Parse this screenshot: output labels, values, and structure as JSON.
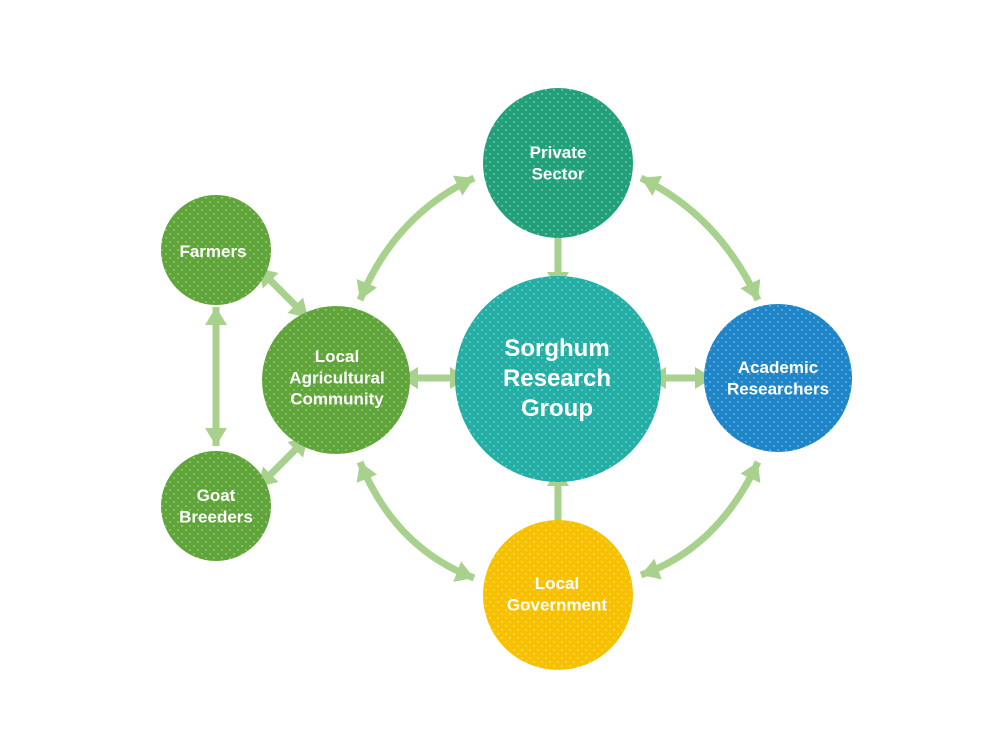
{
  "nodes": {
    "farmers": {
      "lines": [
        "Farmers"
      ],
      "color": "#5fa53a"
    },
    "goat_breeders": {
      "lines": [
        "Goat",
        "Breeders"
      ],
      "color": "#5fa53a"
    },
    "local_agri": {
      "lines": [
        "Local",
        "Agricultural",
        "Community"
      ],
      "color": "#5fa53a"
    },
    "private_sector": {
      "lines": [
        "Private",
        "Sector"
      ],
      "color": "#21a07a"
    },
    "sorghum": {
      "lines": [
        "Sorghum",
        "Research",
        "Group"
      ],
      "color": "#23aea6"
    },
    "academic": {
      "lines": [
        "Academic",
        "Researchers"
      ],
      "color": "#1e86c8"
    },
    "local_gov": {
      "lines": [
        "Local",
        "Government"
      ],
      "color": "#f7c100"
    }
  },
  "connector_color": "#a9d18e"
}
